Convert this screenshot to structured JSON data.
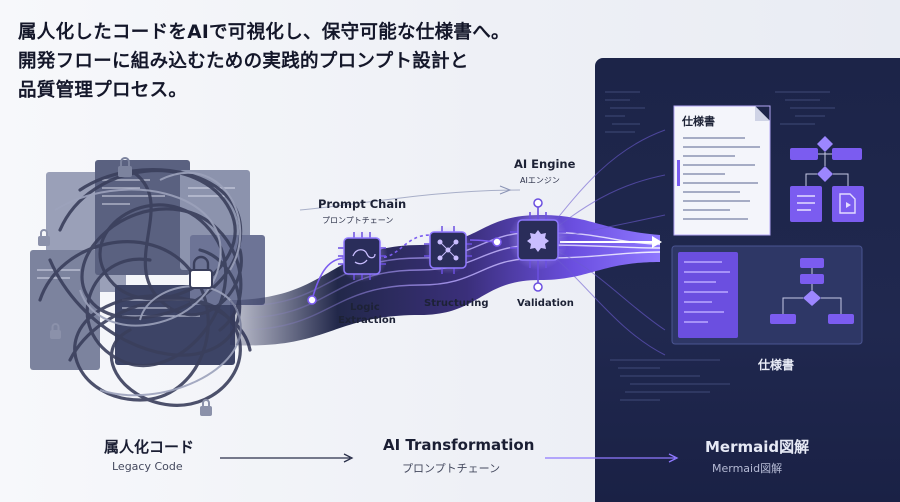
{
  "headline": {
    "line1": "属人化したコードをAIで可視化し、保守可能な仕様書へ。",
    "line2": "開発フローに組み込むための実践的プロンプト設計と",
    "line3": "品質管理プロセス。"
  },
  "pipeline": {
    "prompt_chain": {
      "title": "Prompt Chain",
      "subtitle": "プロンプトチェーン"
    },
    "ai_engine": {
      "title": "AI Engine",
      "subtitle": "AIエンジン"
    },
    "steps": [
      {
        "label_line1": "Logic",
        "label_line2": "Extraction"
      },
      {
        "label": "Structuring"
      },
      {
        "label": "Validation"
      }
    ]
  },
  "output": {
    "document_title": "仕様書",
    "spec_label": "仕様書"
  },
  "bottom": {
    "legacy": {
      "title": "属人化コード",
      "subtitle": "Legacy Code"
    },
    "transformation": {
      "title": "AI Transformation",
      "subtitle": "プロンプトチェーン"
    },
    "mermaid": {
      "title": "Mermaid図解",
      "subtitle": "Mermaid図解"
    }
  },
  "colors": {
    "accent_purple": "#7b5cf0",
    "dark_panel": "#1f2750",
    "ink": "#14172a"
  }
}
